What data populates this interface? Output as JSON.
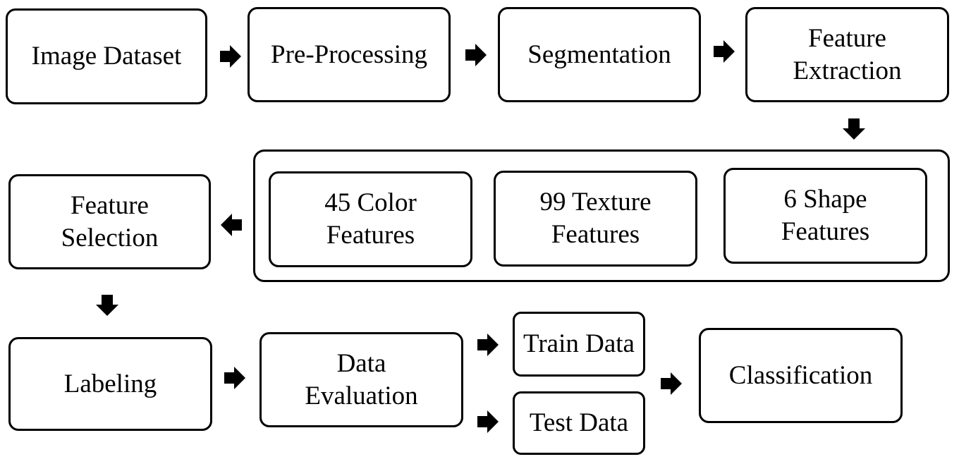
{
  "steps": {
    "image_dataset": "Image Dataset",
    "pre_processing": "Pre-Processing",
    "segmentation": "Segmentation",
    "feature_extraction": "Feature\nExtraction",
    "color_features": "45 Color\nFeatures",
    "texture_features": "99 Texture\nFeatures",
    "shape_features": "6 Shape\nFeatures",
    "feature_selection": "Feature\nSelection",
    "labeling": "Labeling",
    "data_evaluation": "Data\nEvaluation",
    "train_data": "Train Data",
    "test_data": "Test Data",
    "classification": "Classification"
  },
  "colors": {
    "stroke": "#000000",
    "background": "#ffffff"
  }
}
